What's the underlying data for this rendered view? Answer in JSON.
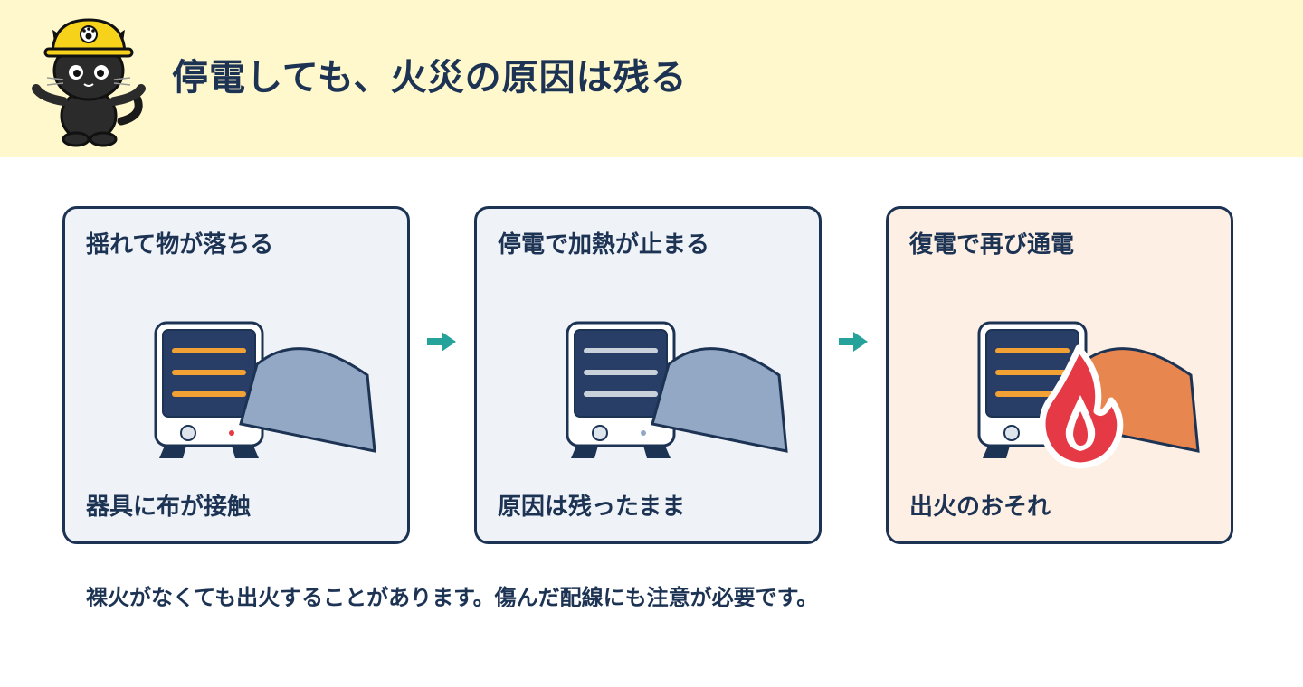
{
  "header": {
    "title": "停電しても、火災の原因は残る",
    "mascot_icon": "black-cat-helmet-mascot"
  },
  "steps": [
    {
      "title": "揺れて物が落ちる",
      "caption": "器具に布が接触",
      "heater_state": "on",
      "cloth_color": "#93a8c4"
    },
    {
      "title": "停電で加熱が止まる",
      "caption": "原因は残ったまま",
      "heater_state": "off",
      "cloth_color": "#93a8c4"
    },
    {
      "title": "復電で再び通電",
      "caption": "出火のおそれ",
      "heater_state": "on-fire",
      "cloth_color": "#e8864f"
    }
  ],
  "footnote": "裸火がなくても出火することがあります。傷んだ配線にも注意が必要です。",
  "colors": {
    "header_bg": "#fff8cc",
    "text": "#1d3354",
    "card_bg": "#eff3f7",
    "alert_card_bg": "#fdefe4",
    "arrow": "#25a39a",
    "heating_element_on": "#f2a134",
    "heating_element_off": "#c9d1db",
    "flame": "#e53945"
  }
}
